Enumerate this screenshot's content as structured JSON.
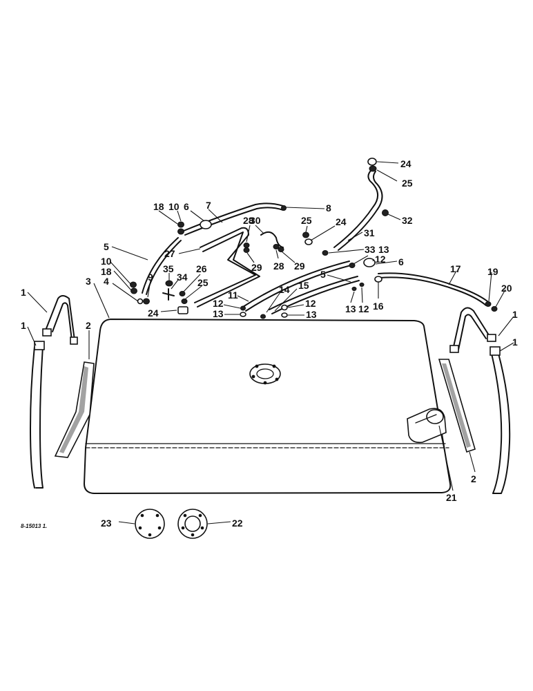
{
  "reference_code": "8-15013 1.",
  "callouts": [
    {
      "id": "c1a",
      "text": "1"
    },
    {
      "id": "c1b",
      "text": "1"
    },
    {
      "id": "c1c",
      "text": "1"
    },
    {
      "id": "c1d",
      "text": "1"
    },
    {
      "id": "c2a",
      "text": "2"
    },
    {
      "id": "c2b",
      "text": "2"
    },
    {
      "id": "c3",
      "text": "3"
    },
    {
      "id": "c4",
      "text": "4"
    },
    {
      "id": "c5a",
      "text": "5"
    },
    {
      "id": "c5b",
      "text": "5"
    },
    {
      "id": "c6a",
      "text": "6"
    },
    {
      "id": "c6b",
      "text": "6"
    },
    {
      "id": "c7",
      "text": "7"
    },
    {
      "id": "c8",
      "text": "8"
    },
    {
      "id": "c9",
      "text": "9"
    },
    {
      "id": "c10a",
      "text": "10"
    },
    {
      "id": "c10b",
      "text": "10"
    },
    {
      "id": "c11",
      "text": "11"
    },
    {
      "id": "c12a",
      "text": "12"
    },
    {
      "id": "c12b",
      "text": "12"
    },
    {
      "id": "c12c",
      "text": "12"
    },
    {
      "id": "c12d",
      "text": "12"
    },
    {
      "id": "c13a",
      "text": "13"
    },
    {
      "id": "c13b",
      "text": "13"
    },
    {
      "id": "c13c",
      "text": "13"
    },
    {
      "id": "c13d",
      "text": "13"
    },
    {
      "id": "c14",
      "text": "14"
    },
    {
      "id": "c15",
      "text": "15"
    },
    {
      "id": "c16",
      "text": "16"
    },
    {
      "id": "c17",
      "text": "17"
    },
    {
      "id": "c18a",
      "text": "18"
    },
    {
      "id": "c18b",
      "text": "18"
    },
    {
      "id": "c19",
      "text": "19"
    },
    {
      "id": "c20",
      "text": "20"
    },
    {
      "id": "c21",
      "text": "21"
    },
    {
      "id": "c22",
      "text": "22"
    },
    {
      "id": "c23",
      "text": "23"
    },
    {
      "id": "c24a",
      "text": "24"
    },
    {
      "id": "c24b",
      "text": "24"
    },
    {
      "id": "c24c",
      "text": "24"
    },
    {
      "id": "c25a",
      "text": "25"
    },
    {
      "id": "c25b",
      "text": "25"
    },
    {
      "id": "c25c",
      "text": "25"
    },
    {
      "id": "c26",
      "text": "26"
    },
    {
      "id": "c27",
      "text": "27"
    },
    {
      "id": "c28a",
      "text": "28"
    },
    {
      "id": "c28b",
      "text": "28"
    },
    {
      "id": "c29a",
      "text": "29"
    },
    {
      "id": "c29b",
      "text": "29"
    },
    {
      "id": "c30",
      "text": "30"
    },
    {
      "id": "c31",
      "text": "31"
    },
    {
      "id": "c32",
      "text": "32"
    },
    {
      "id": "c33",
      "text": "33"
    },
    {
      "id": "c34",
      "text": "34"
    },
    {
      "id": "c35",
      "text": "35"
    }
  ]
}
